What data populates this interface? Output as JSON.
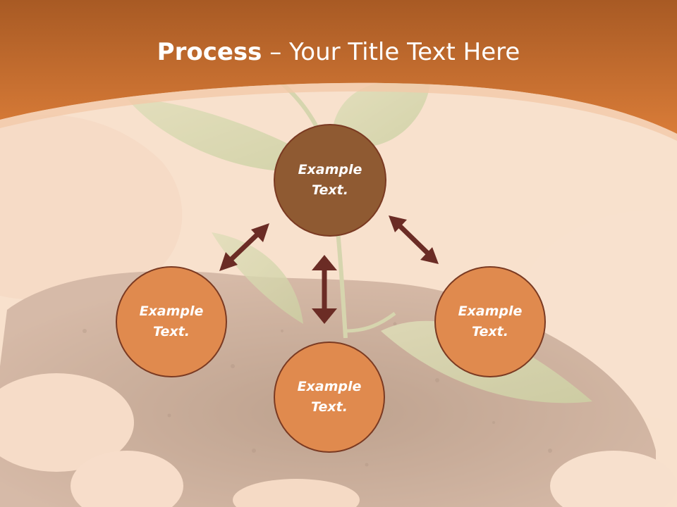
{
  "slide": {
    "title_bold": "Process",
    "title_sep": "–",
    "title_rest": "Your Title Text Here"
  },
  "nodes": [
    {
      "id": "top",
      "label": "Example Text.",
      "color": "#8f5a32"
    },
    {
      "id": "left",
      "label": "Example Text.",
      "color": "#e08a4e"
    },
    {
      "id": "bottom",
      "label": "Example Text.",
      "color": "#e08a4e"
    },
    {
      "id": "right",
      "label": "Example Text.",
      "color": "#e08a4e"
    }
  ],
  "colors": {
    "banner": "#c96a2c",
    "arrow": "#6b2c25",
    "border": "#7a3a22"
  }
}
